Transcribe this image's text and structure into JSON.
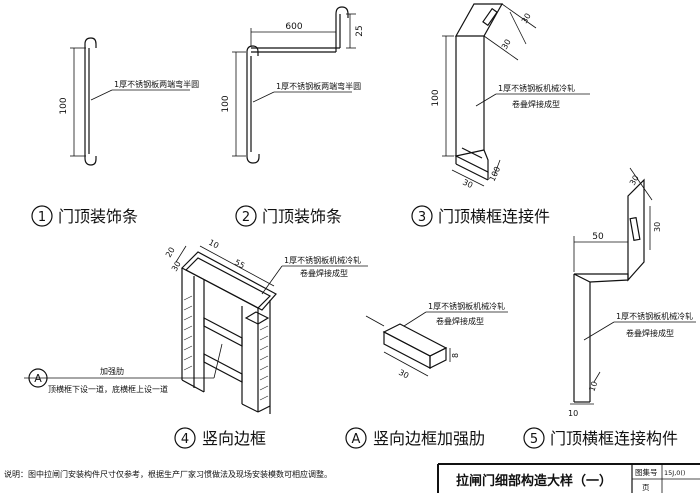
{
  "captions": {
    "c1": {
      "num": "1",
      "text": "门顶装饰条"
    },
    "c2": {
      "num": "2",
      "text": "门顶装饰条"
    },
    "c3": {
      "num": "3",
      "text": "门顶横框连接件"
    },
    "c4": {
      "num": "4",
      "text": "竖向边框"
    },
    "cA": {
      "num": "A",
      "text": "竖向边框加强肋"
    },
    "c5": {
      "num": "5",
      "text": "门顶横框连接构件"
    }
  },
  "notes": {
    "n1": "1厚不锈钢板两端弯半圆",
    "n2": "1厚不锈钢板两端弯半圆",
    "n3a": "1厚不锈钢板机械冷轧",
    "n3b": "卷叠焊接成型",
    "n4a": "1厚不锈钢板机械冷轧",
    "n4b": "卷叠焊接成型",
    "nAa": "1厚不锈钢板机械冷轧",
    "nAb": "卷叠焊接成型",
    "n5a": "1厚不锈钢板机械冷轧",
    "n5b": "卷叠焊接成型",
    "rib_title": "加强肋",
    "rib_desc": "顶横框下设一道，底横框上设一道",
    "rib_marker": "A"
  },
  "dims": {
    "d1_h": "100",
    "d2_w": "600",
    "d2_r": "25",
    "d2_h": "100",
    "d3_a": "30",
    "d3_b": "30",
    "d3_h": "100",
    "d3_c": "30",
    "d3_d": "100",
    "d4_a": "20",
    "d4_b": "30",
    "d4_c": "55",
    "d4_d": "10",
    "dA_a": "8",
    "dA_b": "30",
    "d5_w": "50",
    "d5_a": "30",
    "d5_b": "30",
    "d5_c": "10",
    "d5_d": "10"
  },
  "footer": {
    "note": "说明：图中拉闸门安装构件尺寸仅参考，根据生产厂家习惯做法及现场安装模数可相应调整。",
    "title": "拉闸门细部构造大样（一）",
    "atlas_label": "图集号",
    "atlas_no": "15J,0()",
    "page_label": "页"
  }
}
